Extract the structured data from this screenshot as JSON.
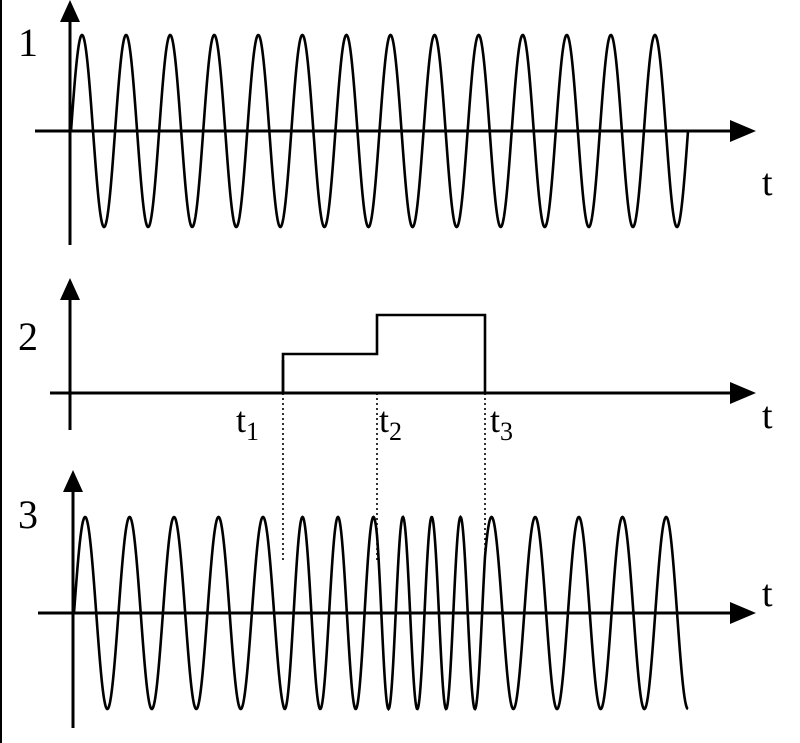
{
  "panels": [
    {
      "label": "1",
      "axis_label": "t"
    },
    {
      "label": "2",
      "axis_label": "t"
    },
    {
      "label": "3",
      "axis_label": "t"
    }
  ],
  "modulating_ticks": [
    {
      "base": "t",
      "sub": "1"
    },
    {
      "base": "t",
      "sub": "2"
    },
    {
      "base": "t",
      "sub": "3"
    }
  ],
  "carrier": {
    "cycles": 14
  },
  "modulating_levels": {
    "t1_t2": 1,
    "t2_t3": 2,
    "other": 0
  },
  "modulated": {
    "cycles_before_t1": 4.7,
    "cycles_t1_t2": 2.65,
    "cycles_t2_t3": 3.75,
    "cycles_after_t3": 4.65
  }
}
